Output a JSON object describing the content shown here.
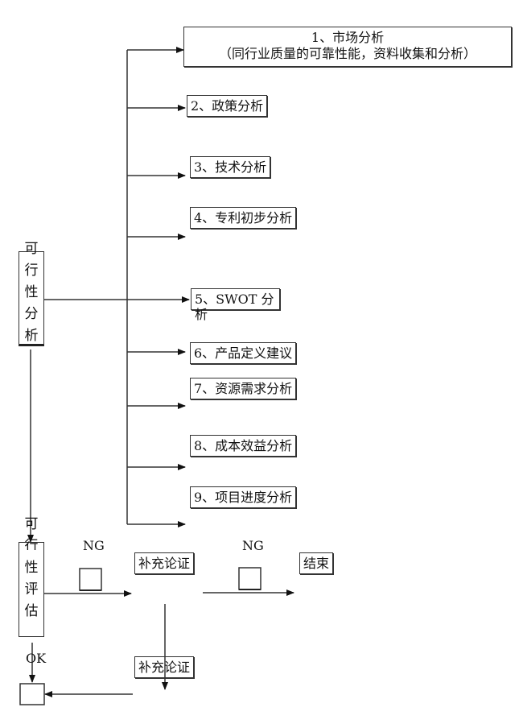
{
  "diagram": {
    "feasibility_analysis": {
      "chars": [
        "可",
        "行",
        "性",
        "分",
        "析"
      ]
    },
    "feasibility_evaluation": {
      "chars": [
        "可",
        "行",
        "性",
        "评",
        "估"
      ]
    },
    "steps": [
      {
        "line1": "1、市场分析",
        "line2": "（同行业质量的可靠性能，资料收集和分析）"
      },
      {
        "label": "2、政策分析"
      },
      {
        "label": "3、技术分析"
      },
      {
        "label": "4、专利初步分析"
      },
      {
        "label": "5、SWOT 分",
        "overflow": "析"
      },
      {
        "label": "6、产品定义建议"
      },
      {
        "label": "7、资源需求分析"
      },
      {
        "label": "8、成本效益分析"
      },
      {
        "label": "9、项目进度分析"
      }
    ],
    "ng_label_1": "NG",
    "ng_label_2": "NG",
    "ok_label": "OK",
    "supplement_1": "补充论证",
    "supplement_2": "补充论证",
    "end": "结束"
  }
}
